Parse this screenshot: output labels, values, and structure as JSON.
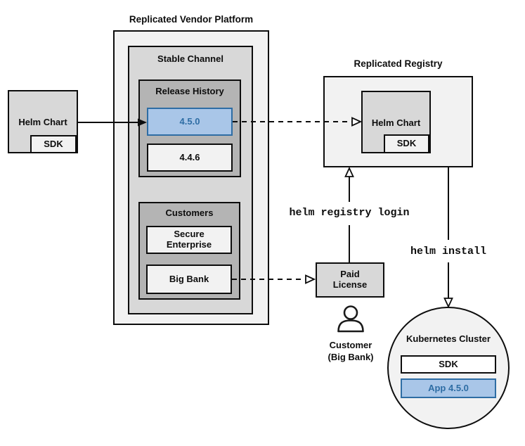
{
  "colors": {
    "highlight_fill": "#a9c6e8",
    "highlight_border": "#2e6da4",
    "highlight_text": "#2e6da4"
  },
  "vendor_platform": {
    "title": "Replicated Vendor Platform",
    "stable_channel": {
      "title": "Stable Channel",
      "release_history": {
        "title": "Release History",
        "releases": [
          {
            "version": "4.5.0",
            "highlighted": true
          },
          {
            "version": "4.4.6",
            "highlighted": false
          }
        ]
      },
      "customers": {
        "title": "Customers",
        "items": [
          "Secure Enterprise",
          "Big Bank"
        ]
      }
    }
  },
  "source_chart": {
    "label": "Helm Chart",
    "sdk": "SDK"
  },
  "registry": {
    "title": "Replicated Registry",
    "chart_label": "Helm Chart",
    "sdk": "SDK"
  },
  "paid_license": {
    "label": "Paid License"
  },
  "customer": {
    "name": "Customer",
    "org": "(Big Bank)"
  },
  "cluster": {
    "title": "Kubernetes Cluster",
    "sdk": "SDK",
    "app": "App 4.5.0"
  },
  "commands": {
    "registry_login": "helm registry login",
    "install": "helm install"
  }
}
